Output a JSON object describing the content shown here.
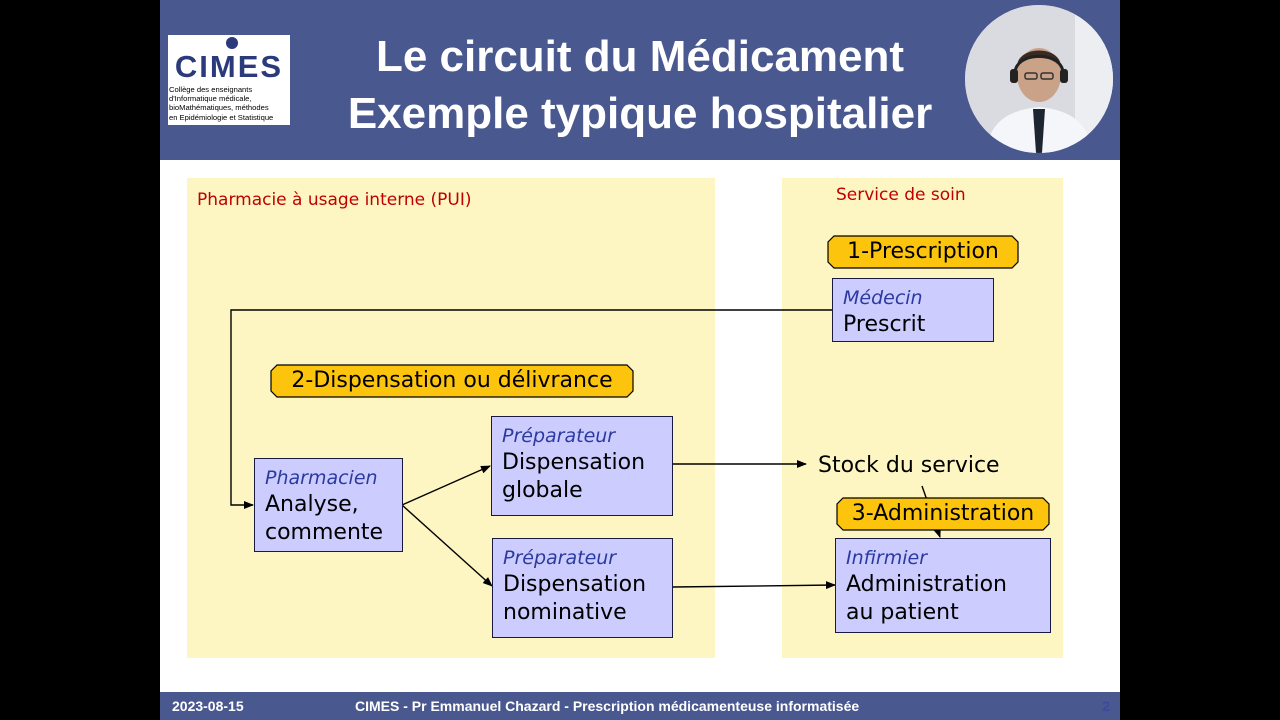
{
  "header": {
    "title_line1": "Le circuit du Médicament",
    "title_line2": "Exemple typique hospitalier",
    "logo": {
      "name": "CIMES",
      "subtitle_lines": [
        "Collège des enseignants",
        "d'Informatique médicale,",
        "bioMathématiques, méthodes",
        "en Epidémiologie et Statistique"
      ]
    }
  },
  "zones": {
    "pui_label": "Pharmacie à usage interne (PUI)",
    "service_label": "Service de soin"
  },
  "steps": {
    "prescription": "1-Prescription",
    "dispensation": "2-Dispensation ou délivrance",
    "administration": "3-Administration"
  },
  "boxes": {
    "medecin": {
      "role": "Médecin",
      "action": "Prescrit"
    },
    "pharmacien": {
      "role": "Pharmacien",
      "action_lines": [
        "Analyse,",
        "commente"
      ]
    },
    "preparateur_globale": {
      "role": "Préparateur",
      "action_lines": [
        "Dispensation",
        "globale"
      ]
    },
    "preparateur_nominative": {
      "role": "Préparateur",
      "action_lines": [
        "Dispensation",
        "nominative"
      ]
    },
    "infirmier": {
      "role": "Infirmier",
      "action_lines": [
        "Administration",
        "au patient"
      ]
    }
  },
  "stock_label": "Stock du service",
  "footer": {
    "date": "2023-08-15",
    "center": "CIMES - Pr Emmanuel Chazard - Prescription médicamenteuse informatisée",
    "page": "2"
  },
  "colors": {
    "header_bg": "#4a5890",
    "zone_bg": "#fdf5c2",
    "box_bg": "#ccccfe",
    "step_bg": "#fcc40c",
    "zone_label": "#c00000",
    "role_text": "#2b3aa0"
  }
}
